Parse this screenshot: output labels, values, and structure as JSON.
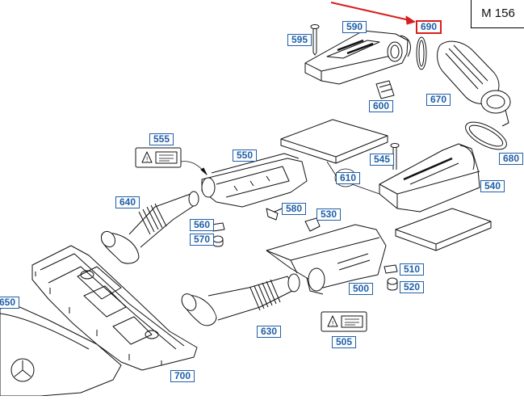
{
  "title_box": {
    "engine_code": "M 156"
  },
  "colors": {
    "callout_border": "#1f5fa8",
    "callout_text": "#1f5fa8",
    "highlight": "#d81e1e",
    "line_art": "#111111"
  },
  "callouts": {
    "c690": "690",
    "c590": "590",
    "c595": "595",
    "c600": "600",
    "c670": "670",
    "c680": "680",
    "c555": "555",
    "c550": "550",
    "c545": "545",
    "c610": "610",
    "c540": "540",
    "c640": "640",
    "c560": "560",
    "c570": "570",
    "c580": "580",
    "c530": "530",
    "c510": "510",
    "c520": "520",
    "c500": "500",
    "c650": "650",
    "c630": "630",
    "c505": "505",
    "c700": "700"
  },
  "icons": {
    "warning_label_left": "warning-label-icon",
    "warning_label_right": "warning-label-icon",
    "brand_star": "three-pointed-star-icon"
  }
}
